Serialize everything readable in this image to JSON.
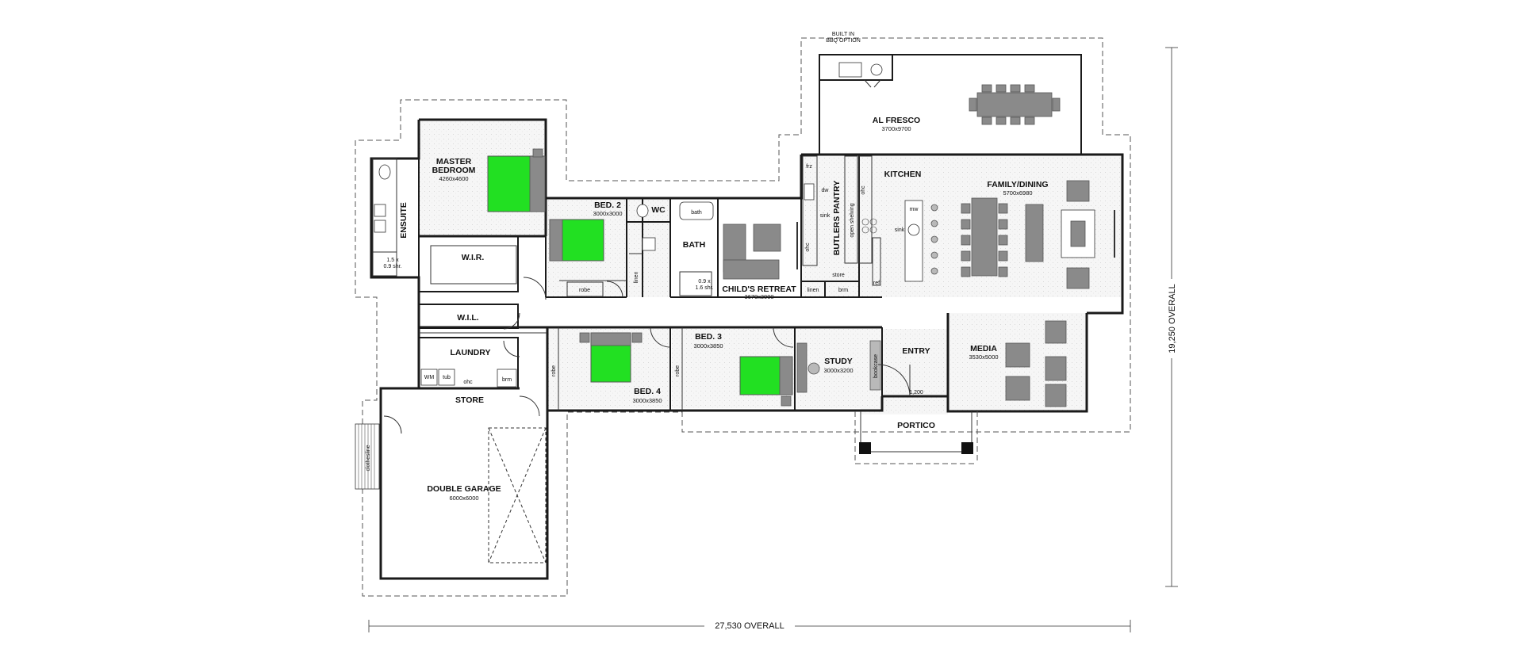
{
  "plan": {
    "overall_width": "27,530 OVERALL",
    "overall_depth": "19,250 OVERALL",
    "rooms": {
      "master_bedroom": {
        "name_line1": "MASTER",
        "name_line2": "BEDROOM",
        "dims": "4260x4600"
      },
      "ensuite": {
        "name": "ENSUITE",
        "shower": "1.5 x",
        "shower2": "0.9 shr."
      },
      "wir": {
        "name": "W.I.R."
      },
      "wil": {
        "name": "W.I.L."
      },
      "laundry": {
        "name": "LAUNDRY",
        "wm": "WM",
        "tub": "tub",
        "ohc": "ohc",
        "brm": "brm"
      },
      "store": {
        "name": "STORE"
      },
      "garage": {
        "name": "DOUBLE GARAGE",
        "dims": "6000x6000",
        "clothesline": "clothesline"
      },
      "bed2": {
        "name": "BED. 2",
        "dims": "3000x3000",
        "robe": "robe",
        "linen": "linen"
      },
      "wc": {
        "name": "WC"
      },
      "bath": {
        "name": "BATH",
        "bath_label": "bath",
        "shower": "0.9 x",
        "shower2": "1.6 shr."
      },
      "childs_retreat": {
        "name": "CHILD'S RETREAT",
        "dims": "3670x3000"
      },
      "bed4": {
        "name": "BED. 4",
        "dims": "3000x3850",
        "robe": "robe"
      },
      "bed3": {
        "name": "BED. 3",
        "dims": "3000x3850",
        "robe": "robe"
      },
      "study": {
        "name": "STUDY",
        "dims": "3000x3200",
        "bookcase": "bookcase"
      },
      "entry": {
        "name": "ENTRY",
        "width": "1,200"
      },
      "portico": {
        "name": "PORTICO"
      },
      "media": {
        "name": "MEDIA",
        "dims": "3530x5000"
      },
      "butlers_pantry": {
        "name": "BUTLERS PANTRY",
        "open_shelving": "open shelving",
        "store": "store",
        "linen": "linen",
        "brm": "brm",
        "frz": "frz",
        "dw": "dw",
        "sink": "sink",
        "ohc": "ohc"
      },
      "kitchen": {
        "name": "KITCHEN",
        "mw": "mw",
        "sink": "sink",
        "ohc": "ohc",
        "ref": "ref"
      },
      "family_dining": {
        "name": "FAMILY/DINING",
        "dims": "5700x6980"
      },
      "alfresco": {
        "name": "AL FRESCO",
        "dims": "3700x9700",
        "bbq_line1": "BUILT IN",
        "bbq_line2": "BBQ OPTION"
      }
    },
    "colors": {
      "bed_highlight": "#22e022",
      "furniture": "#8a8a8a",
      "wall": "#1a1a1a"
    }
  }
}
